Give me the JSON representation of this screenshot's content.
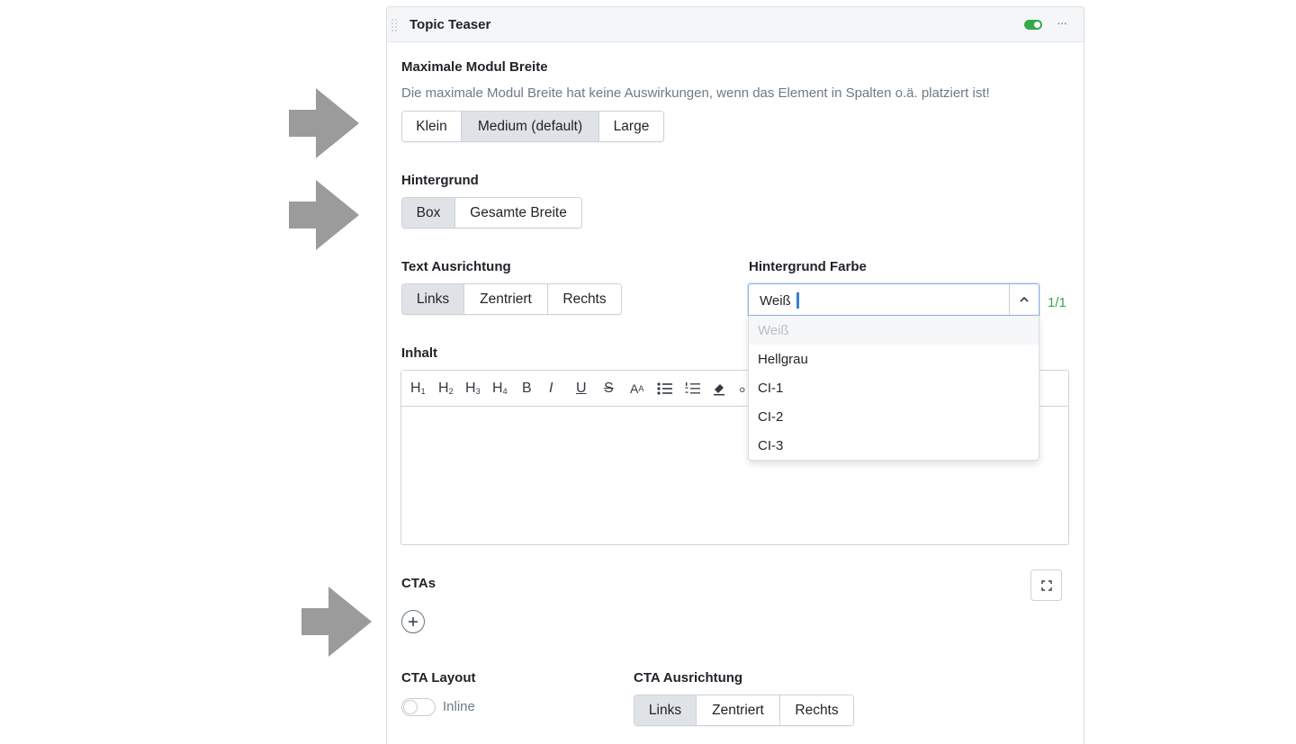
{
  "panel": {
    "title": "Topic Teaser",
    "toggle_color": "#37a84c"
  },
  "max_width": {
    "label": "Maximale Modul Breite",
    "help": "Die maximale Modul Breite hat keine Auswirkungen, wenn das Element in Spalten o.ä. platziert ist!",
    "options": [
      "Klein",
      "Medium (default)",
      "Large"
    ],
    "selected": "Medium (default)"
  },
  "background": {
    "label": "Hintergrund",
    "options": [
      "Box",
      "Gesamte Breite"
    ],
    "selected": "Box"
  },
  "text_alignment": {
    "label": "Text Ausrichtung",
    "options": [
      "Links",
      "Zentriert",
      "Rechts"
    ],
    "selected": "Links"
  },
  "background_color": {
    "label": "Hintergrund Farbe",
    "value": "Weiß",
    "counter": "1/1",
    "options": [
      "Weiß",
      "Hellgrau",
      "CI-1",
      "CI-2",
      "CI-3"
    ],
    "disabled_option": "Weiß"
  },
  "content": {
    "label": "Inhalt",
    "toolbar": [
      "heading-1",
      "heading-2",
      "heading-3",
      "heading-4",
      "bold",
      "italic",
      "underline",
      "strikethrough",
      "font-size",
      "bullet-list",
      "numbered-list",
      "eraser",
      "link"
    ]
  },
  "ctas": {
    "label": "CTAs"
  },
  "cta_layout": {
    "label": "CTA Layout",
    "switch_label": "Inline"
  },
  "cta_alignment": {
    "label": "CTA Ausrichtung",
    "options": [
      "Links",
      "Zentriert",
      "Rechts"
    ],
    "selected": "Links"
  },
  "annotation_arrow_color": "#9b9b9b"
}
